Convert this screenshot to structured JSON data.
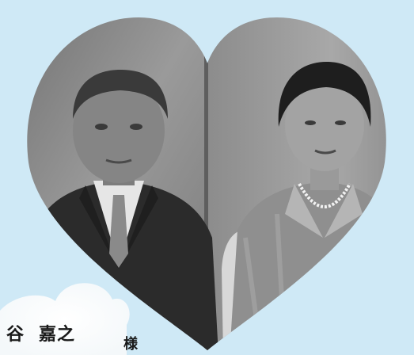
{
  "scene": {
    "background_color": "#cfe9f6",
    "frame_shape": "heart",
    "photo_tone": "grayscale",
    "subjects": [
      "man-in-suit",
      "woman-in-jacket"
    ]
  },
  "caption": {
    "family_name_partial": "谷",
    "given_name": "嘉之",
    "honorific": "様"
  }
}
